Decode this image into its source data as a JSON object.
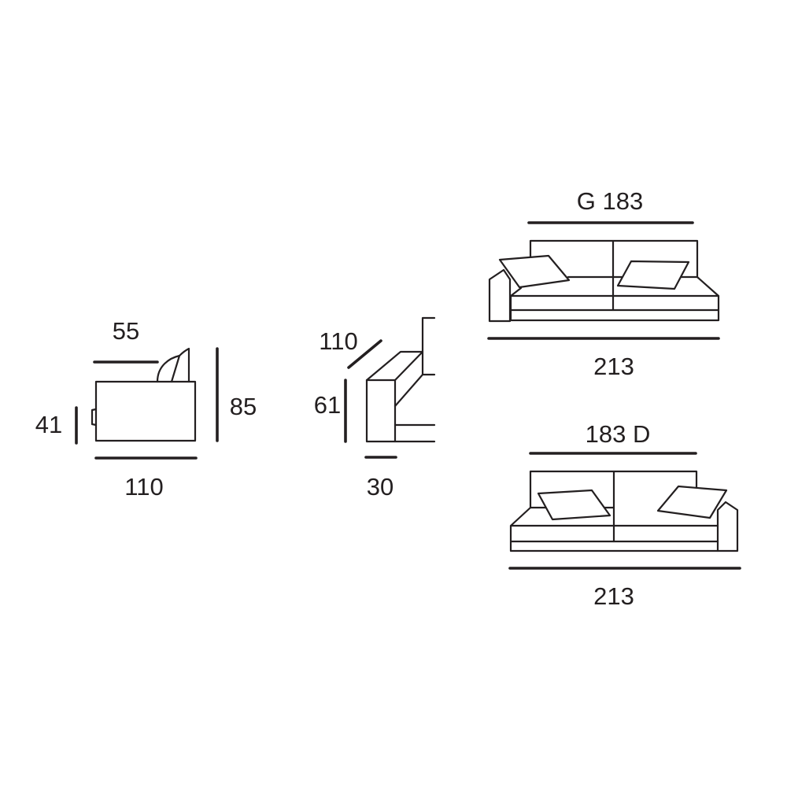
{
  "side_view": {
    "seat_depth_label": "55",
    "seat_height_label": "41",
    "total_height_label": "85",
    "depth_label": "110"
  },
  "arm_detail": {
    "depth_label": "110",
    "arm_height_label": "61",
    "arm_width_label": "30"
  },
  "sofa_left": {
    "seat_width_label": "G 183",
    "total_width_label": "213"
  },
  "sofa_right": {
    "seat_width_label": "183 D",
    "total_width_label": "213"
  },
  "colors": {
    "line": "#231f20",
    "background": "#ffffff"
  }
}
